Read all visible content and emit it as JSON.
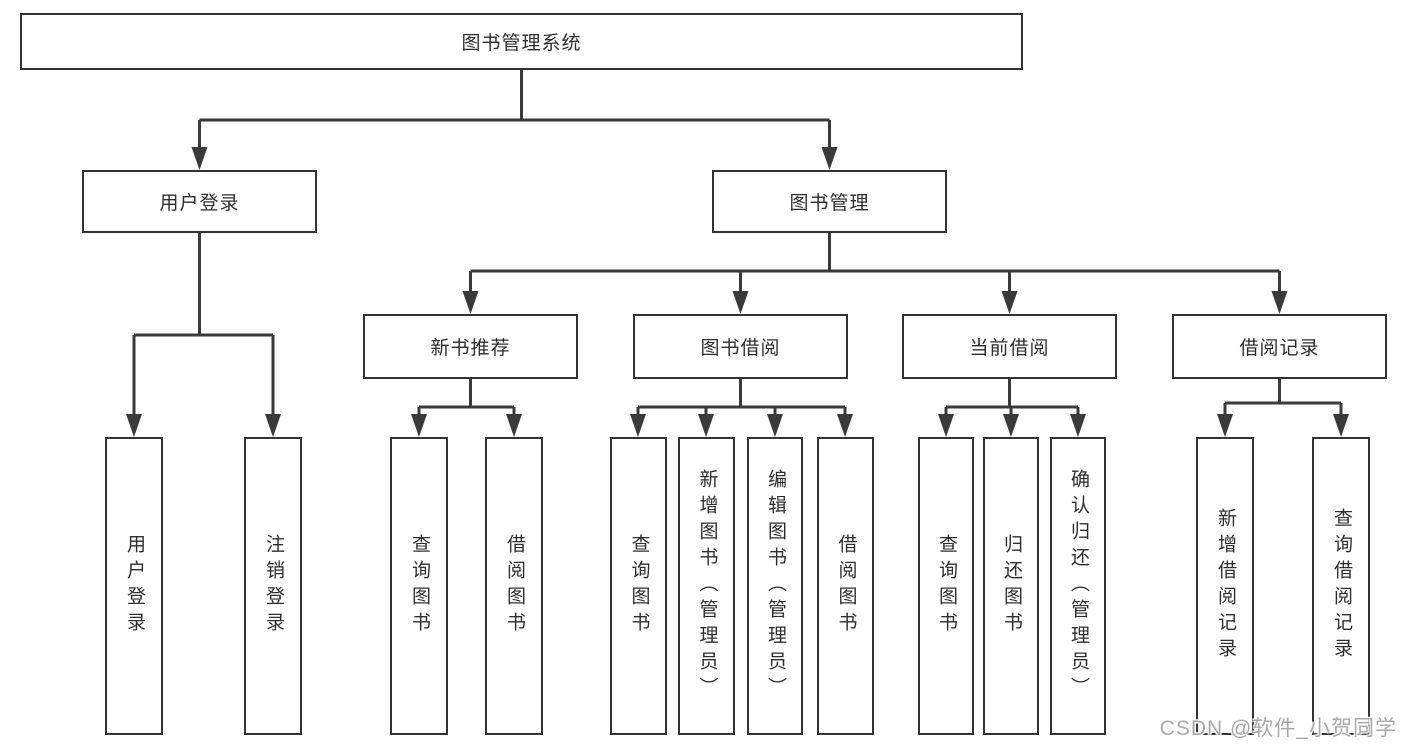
{
  "diagram": {
    "root": "图书管理系统",
    "branches": [
      {
        "label": "用户登录",
        "children": [
          "用户登录",
          "注销登录"
        ]
      },
      {
        "label": "图书管理",
        "sections": [
          {
            "label": "新书推荐",
            "children": [
              "查询图书",
              "借阅图书"
            ]
          },
          {
            "label": "图书借阅",
            "children": [
              "查询图书",
              "新增图书（管理员）",
              "编辑图书（管理员）",
              "借阅图书"
            ]
          },
          {
            "label": "当前借阅",
            "children": [
              "查询图书",
              "归还图书",
              "确认归还（管理员）"
            ]
          },
          {
            "label": "借阅记录",
            "children": [
              "新增借阅记录",
              "查询借阅记录"
            ]
          }
        ]
      }
    ]
  },
  "watermark": "CSDN @软件_小贺同学",
  "colors": {
    "line": "#3a3a3a",
    "box_border": "#333333",
    "text": "#2e2e2e",
    "watermark_text": "#a9a9a9",
    "background": "#ffffff"
  }
}
